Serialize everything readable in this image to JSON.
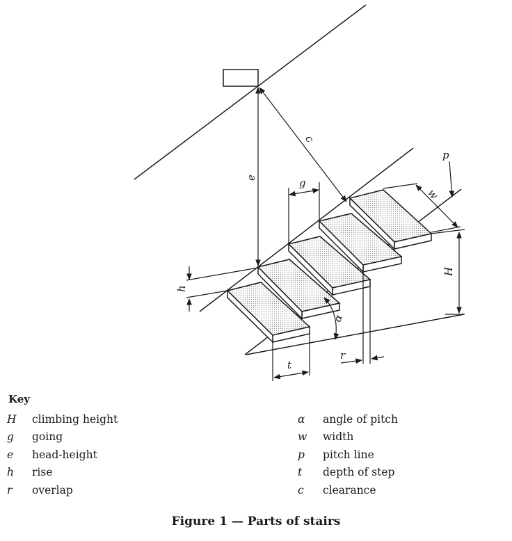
{
  "diagram": {
    "labels": {
      "c": "c",
      "e": "e",
      "g": "g",
      "p": "p",
      "w": "w",
      "H": "H",
      "h": "h",
      "alpha": "α",
      "r": "r",
      "t": "t"
    }
  },
  "key": {
    "title": "Key",
    "left": [
      {
        "symbol": "H",
        "text": "climbing height"
      },
      {
        "symbol": "g",
        "text": "going"
      },
      {
        "symbol": "e",
        "text": "head-height"
      },
      {
        "symbol": "h",
        "text": "rise"
      },
      {
        "symbol": "r",
        "text": "overlap"
      }
    ],
    "right": [
      {
        "symbol": "α",
        "text": "angle of pitch"
      },
      {
        "symbol": "w",
        "text": "width"
      },
      {
        "symbol": "p",
        "text": "pitch line"
      },
      {
        "symbol": "t",
        "text": "depth of step"
      },
      {
        "symbol": "c",
        "text": "clearance"
      }
    ]
  },
  "caption": "Figure 1 — Parts of stairs"
}
